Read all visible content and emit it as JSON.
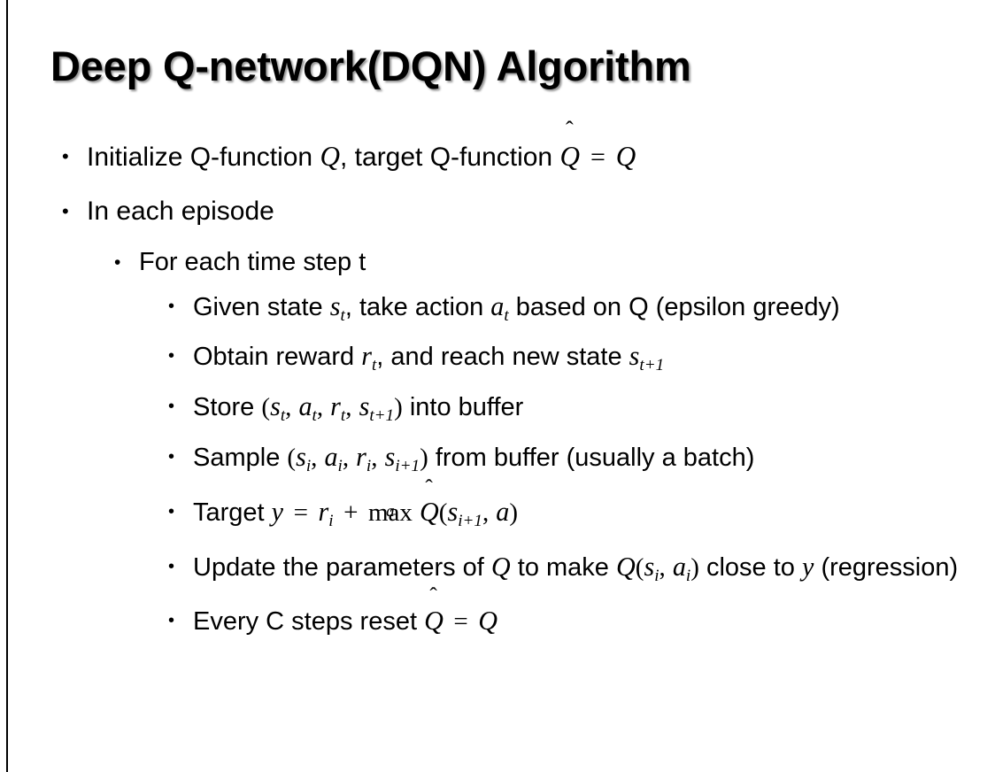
{
  "slide": {
    "title": "Deep Q-network(DQN) Algorithm",
    "bullet_glyph": "•",
    "background_color": "#ffffff",
    "text_color": "#000000",
    "rule_color": "#000000"
  },
  "content": {
    "b1": {
      "level": 1,
      "text_parts": [
        "Initialize Q-function ",
        "Q",
        ", target Q-function ",
        "Q̂",
        " = ",
        "Q"
      ],
      "plain": "Initialize Q-function Q, target Q-function Q̂ = Q",
      "pre": "Initialize Q-function",
      "mid": ", target Q-function",
      "eq": "="
    },
    "b2": {
      "level": 1,
      "plain": "In each episode",
      "text": "In each episode"
    },
    "b3": {
      "level": 2,
      "plain": "For each time step t",
      "text": "For each time step t"
    },
    "b4": {
      "level": 3,
      "plain": "Given state s_t, take action a_t based on Q (epsilon greedy)",
      "pre": "Given state",
      "mid": ", take action",
      "post": "based on Q (epsilon greedy)",
      "sym_s": "s",
      "sym_a": "a",
      "sub_t": "t"
    },
    "b5": {
      "level": 3,
      "plain": "Obtain reward r_t, and reach new state s_{t+1}",
      "pre": "Obtain reward",
      "mid": ", and reach new state",
      "sym_r": "r",
      "sym_s": "s",
      "sub_t": "t",
      "sub_t1": "t+1"
    },
    "b6": {
      "level": 3,
      "plain": "Store (s_t, a_t, r_t, s_{t+1}) into buffer",
      "pre": "Store",
      "post": "into buffer",
      "open": "(",
      "close": ")",
      "comma": ",",
      "sym_s": "s",
      "sym_a": "a",
      "sym_r": "r",
      "sub_t": "t",
      "sub_t1": "t+1"
    },
    "b7": {
      "level": 3,
      "plain": "Sample (s_i, a_i, r_i, s_{i+1}) from buffer (usually a batch)",
      "pre": "Sample",
      "post": "from buffer (usually a batch)",
      "open": "(",
      "close": ")",
      "comma": ",",
      "sym_s": "s",
      "sym_a": "a",
      "sym_r": "r",
      "sub_i": "i",
      "sub_i1": "i+1"
    },
    "b8": {
      "level": 3,
      "plain": "Target y = r_i + max_a Q̂(s_{i+1}, a)",
      "pre": "Target",
      "sym_y": "y",
      "eq": "=",
      "sym_r": "r",
      "sub_i": "i",
      "plus": "+",
      "maxop": "max",
      "maxsub": "a",
      "qhat": "Q",
      "hat": "ˆ",
      "open": "(",
      "close": ")",
      "comma": ",",
      "sym_s": "s",
      "sub_i1": "i+1",
      "sym_a": "a"
    },
    "b9": {
      "level": 3,
      "plain": "Update the parameters of Q to make Q(s_i, a_i) close to y (regression)",
      "pre": "Update the parameters of",
      "mid": "to make",
      "post": "close",
      "post2": "to",
      "post3": "(regression)",
      "sym_q": "Q",
      "sym_s": "s",
      "sym_a": "a",
      "sym_y": "y",
      "sub_i": "i",
      "open": "(",
      "close": ")",
      "comma": ","
    },
    "b10": {
      "level": 3,
      "plain": "Every C steps reset Q̂ = Q",
      "pre": "Every C steps reset",
      "qhat": "Q",
      "hat": "ˆ",
      "eq": "=",
      "sym_q": "Q"
    }
  }
}
